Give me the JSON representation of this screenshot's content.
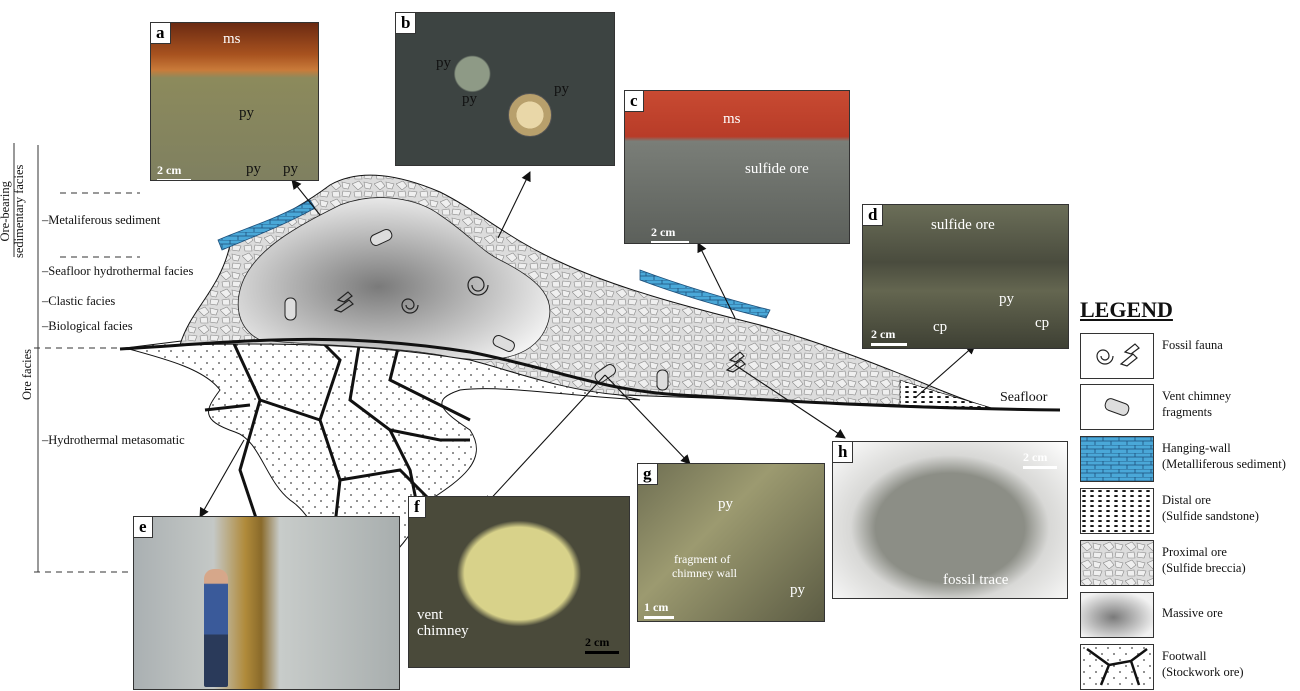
{
  "photos": {
    "a": {
      "label": "a",
      "texts": [
        "ms",
        "py",
        "py",
        "py"
      ],
      "scale": "2 cm"
    },
    "b": {
      "label": "b",
      "texts": [
        "py",
        "py",
        "py"
      ]
    },
    "c": {
      "label": "c",
      "texts": [
        "ms",
        "sulfide ore"
      ],
      "scale": "2 cm"
    },
    "d": {
      "label": "d",
      "texts": [
        "sulfide ore",
        "py",
        "cp",
        "cp"
      ],
      "scale": "2 cm"
    },
    "e": {
      "label": "e"
    },
    "f": {
      "label": "f",
      "texts": [
        "vent",
        "chimney"
      ],
      "scale": "2 cm"
    },
    "g": {
      "label": "g",
      "texts": [
        "py",
        "py",
        "fragment of",
        "chimney wall"
      ],
      "scale": "1 cm"
    },
    "h": {
      "label": "h",
      "texts": [
        "fossil trace"
      ],
      "scale": "2 cm"
    }
  },
  "side_labels": {
    "ore_bearing": [
      "Ore-bearing",
      "sedimentary facies"
    ],
    "ore_facies": "Ore facies"
  },
  "facies": [
    "–Metaliferous sediment",
    "–Seafloor hydrothermal facies",
    "–Clastic facies",
    "–Biological facies",
    "–Hydrothermal metasomatic"
  ],
  "seafloor_label": "Seafloor",
  "legend": {
    "title": "LEGEND",
    "items": [
      {
        "icon": "fossil-fauna-icon",
        "lines": [
          "Fossil fauna"
        ]
      },
      {
        "icon": "vent-chimney-icon",
        "lines": [
          "Vent chimney",
          "fragments"
        ]
      },
      {
        "icon": "hanging-wall-pattern",
        "lines": [
          "Hanging-wall",
          "(Metalliferous sediment)"
        ]
      },
      {
        "icon": "distal-ore-pattern",
        "lines": [
          "Distal ore",
          "(Sulfide sandstone)"
        ]
      },
      {
        "icon": "proximal-ore-pattern",
        "lines": [
          "Proximal ore",
          "(Sulfide breccia)"
        ]
      },
      {
        "icon": "massive-ore-pattern",
        "lines": [
          "Massive ore"
        ]
      },
      {
        "icon": "footwall-pattern",
        "lines": [
          "Footwall",
          "(Stockwork ore)"
        ]
      }
    ]
  },
  "colors": {
    "hanging_wall": "#4aa8d8",
    "massive_ore": "#8a8a8a",
    "proximal_ore": "#d8d8d8"
  }
}
